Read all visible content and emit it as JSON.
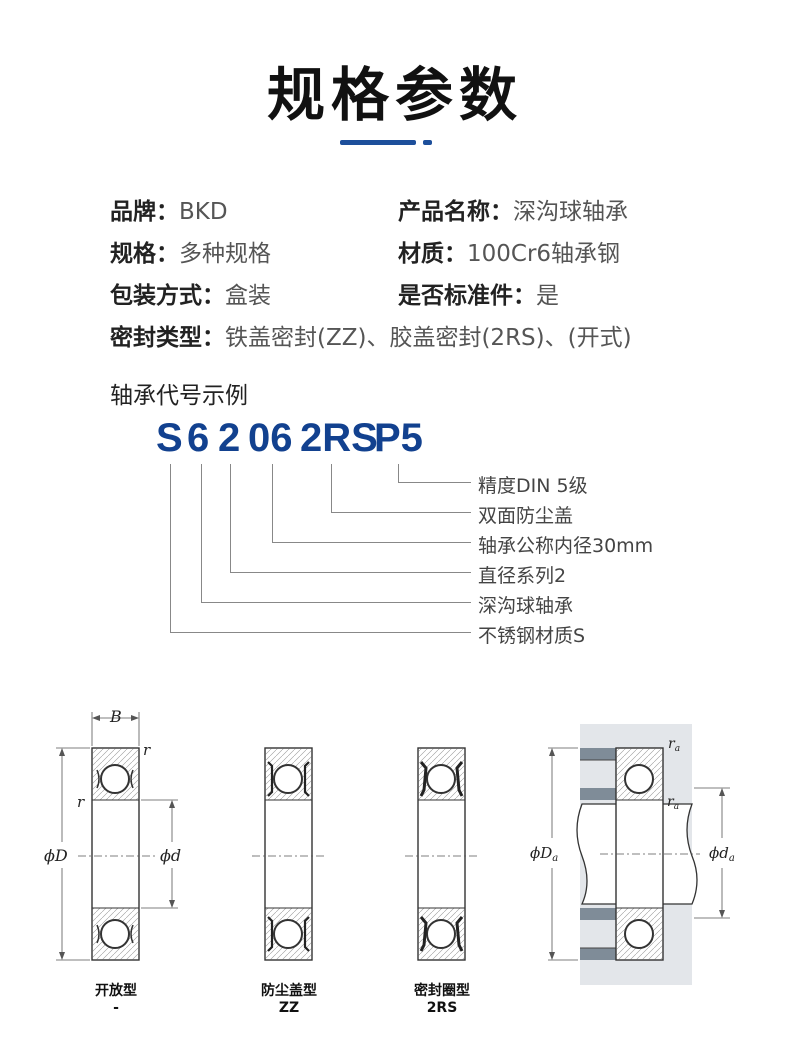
{
  "title": "规格参数",
  "specs": {
    "brand_label": "品牌：",
    "brand": "BKD",
    "product_label": "产品名称：",
    "product": "深沟球轴承",
    "spec_label": "规格：",
    "spec": "多种规格",
    "material_label": "材质：",
    "material": "100Cr6轴承钢",
    "package_label": "包装方式：",
    "package": "盒装",
    "standard_label": "是否标准件：",
    "standard": "是",
    "seal_label": "密封类型：",
    "seal": "铁盖密封(ZZ)、胶盖密封(2RS)、(开式)"
  },
  "code_example": {
    "title": "轴承代号示例",
    "parts": [
      "S",
      "6",
      "2",
      "06",
      "2RS",
      "P5"
    ],
    "meanings": [
      "精度DIN 5级",
      "双面防尘盖",
      "轴承公称内径30mm",
      "直径系列2",
      "深沟球轴承",
      "不锈钢材质S"
    ]
  },
  "diagrams": {
    "dim_B": "B",
    "dim_r": "r",
    "dim_D": "ϕD",
    "dim_d": "ϕd",
    "dim_ra": "r",
    "dim_ra_sub": "a",
    "dim_Da": "ϕD",
    "dim_Da_sub": "a",
    "dim_da": "ϕd",
    "dim_da_sub": "a",
    "captions": [
      {
        "name": "开放型",
        "code": "-"
      },
      {
        "name": "防尘盖型",
        "code": "ZZ"
      },
      {
        "name": "密封圈型",
        "code": "2RS"
      }
    ]
  },
  "colors": {
    "accent": "#1d4f9b",
    "code": "#12418f",
    "housing": "#7f8c98"
  }
}
